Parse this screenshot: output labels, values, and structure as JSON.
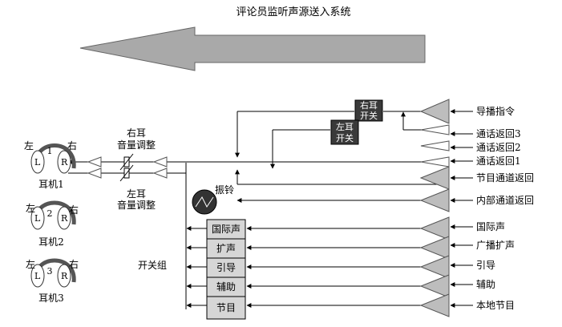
{
  "title": "评论员监听声源送入系统",
  "colors": {
    "big_arrow": "#a9a9a9",
    "input_triangle": "#bdbdbd",
    "switch_box_fill": "#d6d6d6",
    "dark_switch": "#3a3a3a"
  },
  "inputs": {
    "director_cue": "导播指令",
    "return3": "通话返回3",
    "return2": "通话返回2",
    "return1": "通话返回1",
    "program_return": "节目通道返回",
    "internal_return": "内部通道返回",
    "intl_sound": "国际声",
    "broadcast_pa": "广播扩声",
    "guide": "引导",
    "aux": "辅助",
    "local_program": "本地节目"
  },
  "switch_group": {
    "label": "开关组",
    "items": [
      "国际声",
      "扩声",
      "引导",
      "辅助",
      "节目"
    ]
  },
  "ear_switches": {
    "right": [
      "右耳",
      "开关"
    ],
    "left": [
      "左耳",
      "开关"
    ]
  },
  "volume": {
    "right": [
      "右耳",
      "音量调整"
    ],
    "left": [
      "左耳",
      "音量调整"
    ]
  },
  "ring": {
    "label": "振铃"
  },
  "headphones": [
    {
      "number": "1",
      "label": "耳机1",
      "left": "左",
      "right": "右",
      "L": "L",
      "R": "R"
    },
    {
      "number": "2",
      "label": "耳机2",
      "left": "左",
      "right": "右",
      "L": "L",
      "R": "R"
    },
    {
      "number": "3",
      "label": "耳机3",
      "left": "左",
      "right": "右",
      "L": "L",
      "R": "R"
    }
  ]
}
